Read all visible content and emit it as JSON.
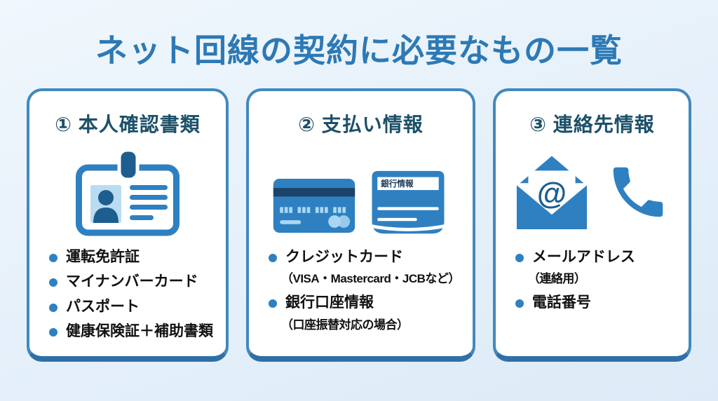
{
  "title": "ネット回線の契約に必要なもの一覧",
  "cards": [
    {
      "heading": "① 本人確認書類",
      "icon": "id-card-icon",
      "items": [
        {
          "text": "運転免許証"
        },
        {
          "text": "マイナンバーカード"
        },
        {
          "text": "パスポート"
        },
        {
          "text": "健康保険証＋補助書類"
        }
      ]
    },
    {
      "heading": "② 支払い情報",
      "icons": [
        "credit-card-icon",
        "bankbook-icon"
      ],
      "items": [
        {
          "text": "クレジットカード",
          "note": "（VISA・Mastercard・JCBなど）"
        },
        {
          "text": "銀行口座情報",
          "note": "（口座振替対応の場合）"
        }
      ]
    },
    {
      "heading": "③ 連絡先情報",
      "icons": [
        "email-icon",
        "phone-icon"
      ],
      "items": [
        {
          "text": "メールアドレス",
          "note": "（連絡用）"
        },
        {
          "text": "電話番号"
        }
      ]
    }
  ],
  "icon_labels": {
    "bankbook_label": "銀行情報",
    "email_at": "@"
  },
  "colors": {
    "background_top": "#f0f7fd",
    "background_bottom": "#dcebf7",
    "title_blue": "#2d79b5",
    "heading_navy": "#1c5068",
    "card_border": "#4289bd",
    "card_border_bottom": "#2f6fa5",
    "icon_blue": "#2e80c1",
    "icon_dark_blue": "#1d5e8e",
    "icon_light_blue": "#aed6f2",
    "stripe_navy": "#1b4468",
    "text_black": "#111111"
  }
}
